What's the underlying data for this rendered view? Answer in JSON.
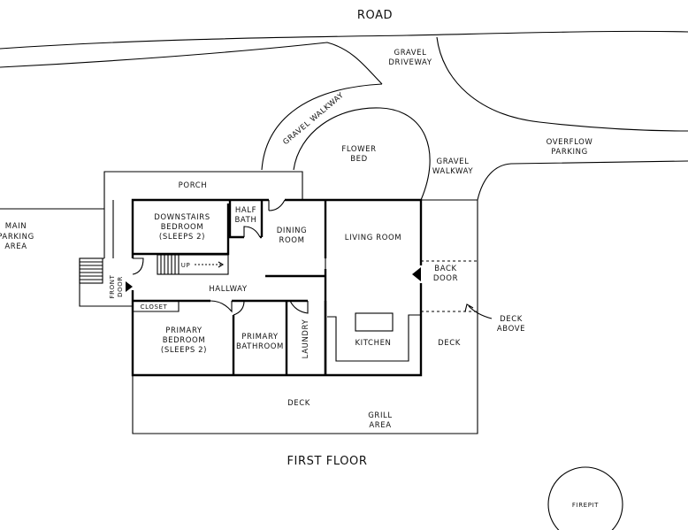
{
  "labels": {
    "road": "ROAD",
    "gravel_driveway_1": "GRAVEL",
    "gravel_driveway_2": "DRIVEWAY",
    "gravel_walkway_diag": "GRAVEL WALKWAY",
    "flower_bed_1": "FLOWER",
    "flower_bed_2": "BED",
    "gravel_walkway_1": "GRAVEL",
    "gravel_walkway_2": "WALKWAY",
    "overflow_parking_1": "OVERFLOW",
    "overflow_parking_2": "PARKING",
    "main_parking_1": "MAIN",
    "main_parking_2": "PARKING",
    "main_parking_3": "AREA",
    "porch": "PORCH",
    "downstairs_bedroom_1": "DOWNSTAIRS",
    "downstairs_bedroom_2": "BEDROOM",
    "downstairs_bedroom_3": "(SLEEPS 2)",
    "half_bath_1": "HALF",
    "half_bath_2": "BATH",
    "dining_room_1": "DINING",
    "dining_room_2": "ROOM",
    "living_room": "LIVING ROOM",
    "stairs_up": "UP",
    "front_door_1": "FRONT",
    "front_door_2": "DOOR",
    "hallway": "HALLWAY",
    "closet": "CLOSET",
    "back_door_1": "BACK",
    "back_door_2": "DOOR",
    "deck_above_1": "DECK",
    "deck_above_2": "ABOVE",
    "primary_bedroom_1": "PRIMARY",
    "primary_bedroom_2": "BEDROOM",
    "primary_bedroom_3": "(SLEEPS 2)",
    "primary_bathroom_1": "PRIMARY",
    "primary_bathroom_2": "BATHROOM",
    "laundry": "LAUNDRY",
    "kitchen": "KITCHEN",
    "deck_right": "DECK",
    "deck_bottom": "DECK",
    "grill_area_1": "GRILL",
    "grill_area_2": "AREA",
    "floor_title": "FIRST FLOOR",
    "firepit": "FIREPIT"
  }
}
